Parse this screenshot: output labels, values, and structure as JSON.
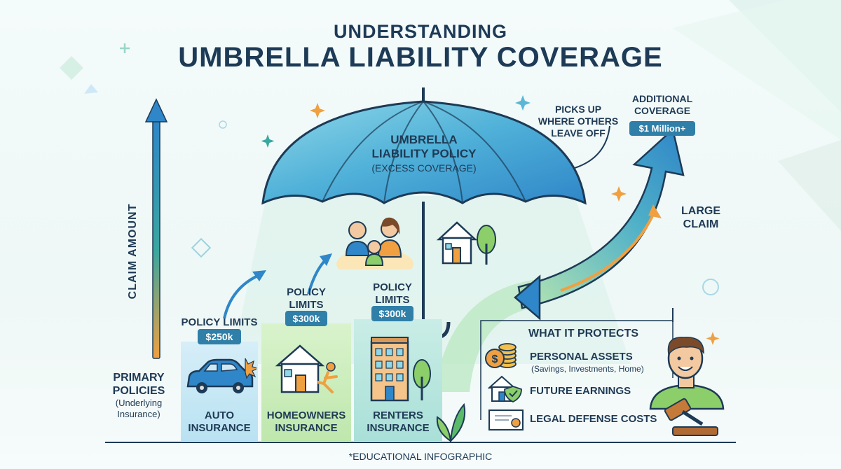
{
  "title": {
    "line1": "UNDERSTANDING",
    "line2": "UMBRELLA LIABILITY COVERAGE"
  },
  "umbrella": {
    "line1": "UMBRELLA",
    "line2": "LIABILITY POLICY",
    "line3": "(EXCESS COVERAGE)"
  },
  "axis": {
    "label": "CLAIM AMOUNT"
  },
  "primary": {
    "line1": "PRIMARY",
    "line2": "POLICIES",
    "line3": "(Underlying",
    "line4": "Insurance)"
  },
  "policies": [
    {
      "limit_label": "POLICY LIMITS",
      "limit": "$250k",
      "name_line1": "AUTO",
      "name_line2": "INSURANCE"
    },
    {
      "limit_label_line1": "POLICY",
      "limit_label_line2": "LIMITS",
      "limit": "$300k",
      "name_line1": "HOMEOWNERS",
      "name_line2": "INSURANCE"
    },
    {
      "limit_label_line1": "POLICY",
      "limit_label_line2": "LIMITS",
      "limit": "$300k",
      "name_line1": "RENTERS",
      "name_line2": "INSURANCE"
    }
  ],
  "picks_up": {
    "line1": "PICKS UP",
    "line2": "WHERE OTHERS",
    "line3": "LEAVE OFF"
  },
  "additional": {
    "line1": "ADDITIONAL",
    "line2": "COVERAGE",
    "amount": "$1 Million+"
  },
  "large_claim": {
    "line1": "LARGE",
    "line2": "CLAIM"
  },
  "protects": {
    "heading": "WHAT IT PROTECTS",
    "items": [
      {
        "label": "PERSONAL ASSETS",
        "sub": "(Savings, Investments, Home)",
        "icon": "coins-icon"
      },
      {
        "label": "FUTURE EARNINGS",
        "sub": "",
        "icon": "house-shield-icon"
      },
      {
        "label": "LEGAL DEFENSE COSTS",
        "sub": "",
        "icon": "certificate-icon"
      }
    ]
  },
  "footer": "*EDUCATIONAL INFOGRAPHIC",
  "colors": {
    "navy": "#1d3a56",
    "blue": "#2f7fa8",
    "teal": "#3aa6a0",
    "green": "#8ccf6a",
    "orange": "#f0a040"
  }
}
